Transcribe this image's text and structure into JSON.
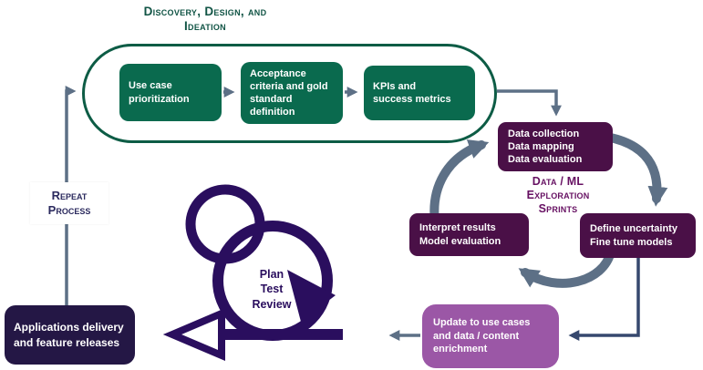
{
  "discovery": {
    "title": "Discovery, Design, and\nIdeation",
    "boxes": [
      {
        "label": "Use case\nprioritization"
      },
      {
        "label": "Acceptance\ncriteria and gold\nstandard\ndefinition"
      },
      {
        "label": "KPIs and\nsuccess metrics"
      }
    ]
  },
  "sprint_cycle": {
    "label": "Data / ML\nExploration\nSprints",
    "boxes": [
      {
        "id": "data-collection",
        "label": "Data collection\nData mapping\nData evaluation"
      },
      {
        "id": "define-uncertainty",
        "label": "Define uncertainty\nFine tune models"
      },
      {
        "id": "interpret-results",
        "label": "Interpret results\nModel evaluation"
      }
    ]
  },
  "agile_loop": {
    "label": "Plan\nTest\nReview"
  },
  "repeat_label": "Repeat\nProcess",
  "applications_box": {
    "label": "Applications delivery\nand feature releases"
  },
  "update_box": {
    "label": "Update to use cases\nand data / content\nenrichment"
  },
  "colors": {
    "green_dark": "#0d5c45",
    "green_box": "#0a6a4e",
    "plum_box": "#4a1047",
    "magenta_label": "#661062",
    "purple_box": "#9b57a6",
    "navy_box": "#241745",
    "navy_icon": "#2a0e5e",
    "slate_arrow": "#5d7086",
    "navy_connector": "#36486e"
  }
}
